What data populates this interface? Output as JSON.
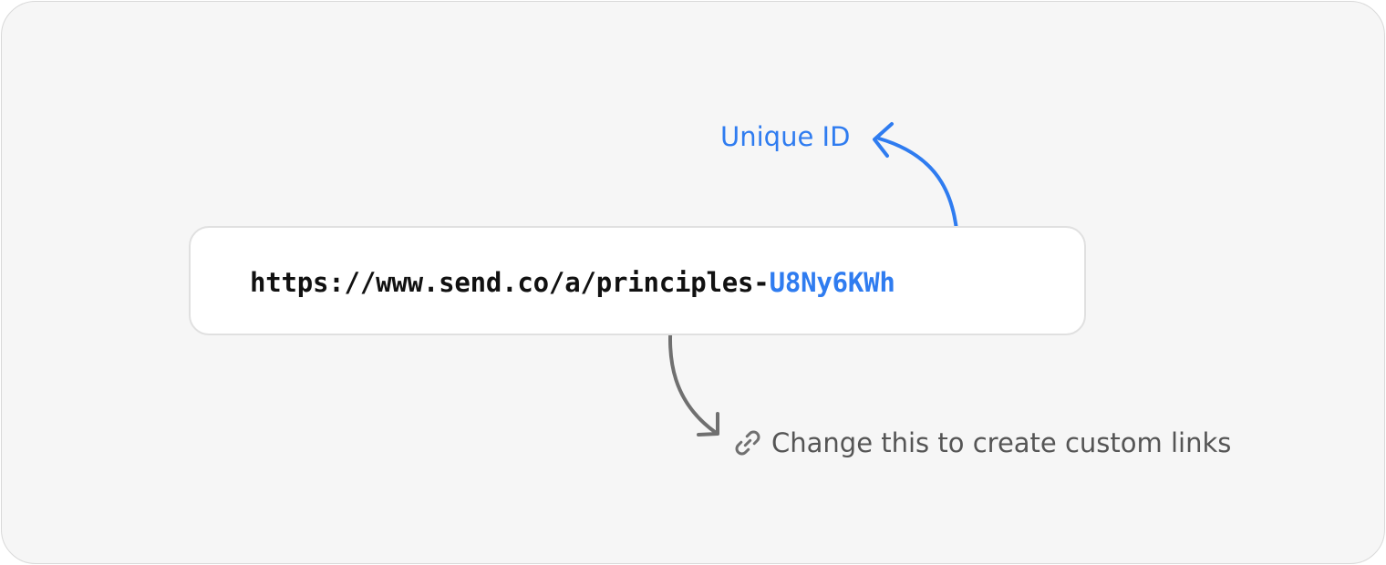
{
  "colors": {
    "accent": "#2f7cf0",
    "base_text": "#111111",
    "muted": "#555555",
    "arrow_gray": "#707070"
  },
  "url": {
    "base": "https://www.send.co/a/principles-",
    "unique_id": "U8Ny6KWh"
  },
  "annotations": {
    "unique_id_label": "Unique ID",
    "custom_link_label": "Change this to create custom links",
    "custom_link_icon": "link-icon"
  }
}
